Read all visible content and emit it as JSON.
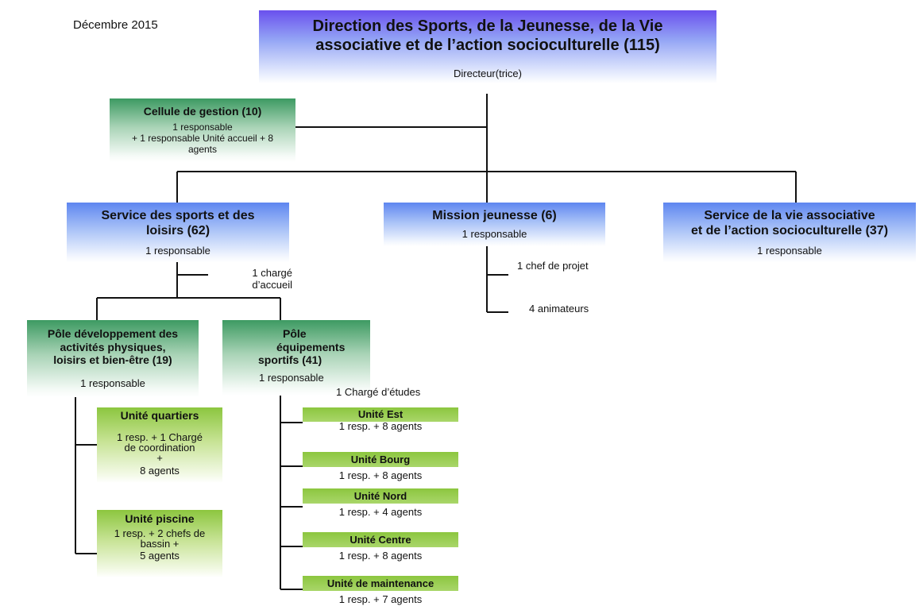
{
  "date": "Décembre 2015",
  "direction": {
    "title_line1": "Direction des Sports, de la Jeunesse, de la Vie",
    "title_line2": "associative et de l’action socioculturelle (115)",
    "head": "Directeur(trice)"
  },
  "cellule": {
    "title": "Cellule de gestion (10)",
    "line1": "1 responsable",
    "line2": "+ 1 responsable Unité accueil + 8",
    "line3": "agents"
  },
  "service_sports": {
    "title_line1": "Service des sports et des",
    "title_line2": "loisirs (62)",
    "head": "1 responsable",
    "side_line1": "1 chargé",
    "side_line2": "d’accueil"
  },
  "mission": {
    "title": "Mission jeunesse (6)",
    "head": "1 responsable",
    "items": [
      "1 chef de projet",
      "4 animateurs"
    ]
  },
  "service_vie": {
    "title_line1": "Service de la vie associative",
    "title_line2": "et de l’action socioculturelle (37)",
    "head": "1 responsable"
  },
  "pole_dev": {
    "title_line1": "Pôle développement des",
    "title_line2": "activités physiques,",
    "title_line3": "loisirs et bien-être (19)",
    "head": "1 responsable",
    "units": [
      {
        "title": "Unité quartiers",
        "line1": "1 resp. + 1 Chargé",
        "line2": "de coordination",
        "line3": "+",
        "line4": "8 agents"
      },
      {
        "title": "Unité piscine",
        "line1": "1 resp. + 2 chefs de",
        "line2": "bassin +",
        "line3": "5 agents"
      }
    ]
  },
  "pole_equip": {
    "title_line1": "Pôle",
    "title_line2": "équipements",
    "title_line3": "sportifs (41)",
    "head": "1 responsable",
    "side": "1 Chargé d’études",
    "units": [
      {
        "title": "Unité Est",
        "detail": "1 resp. + 8 agents"
      },
      {
        "title": "Unité Bourg",
        "detail": "1 resp. + 8 agents"
      },
      {
        "title": "Unité Nord",
        "detail": "1 resp. + 4 agents"
      },
      {
        "title": "Unité Centre",
        "detail": "1 resp. + 8 agents"
      },
      {
        "title": "Unité de maintenance",
        "detail": "1 resp. + 7 agents"
      }
    ]
  }
}
